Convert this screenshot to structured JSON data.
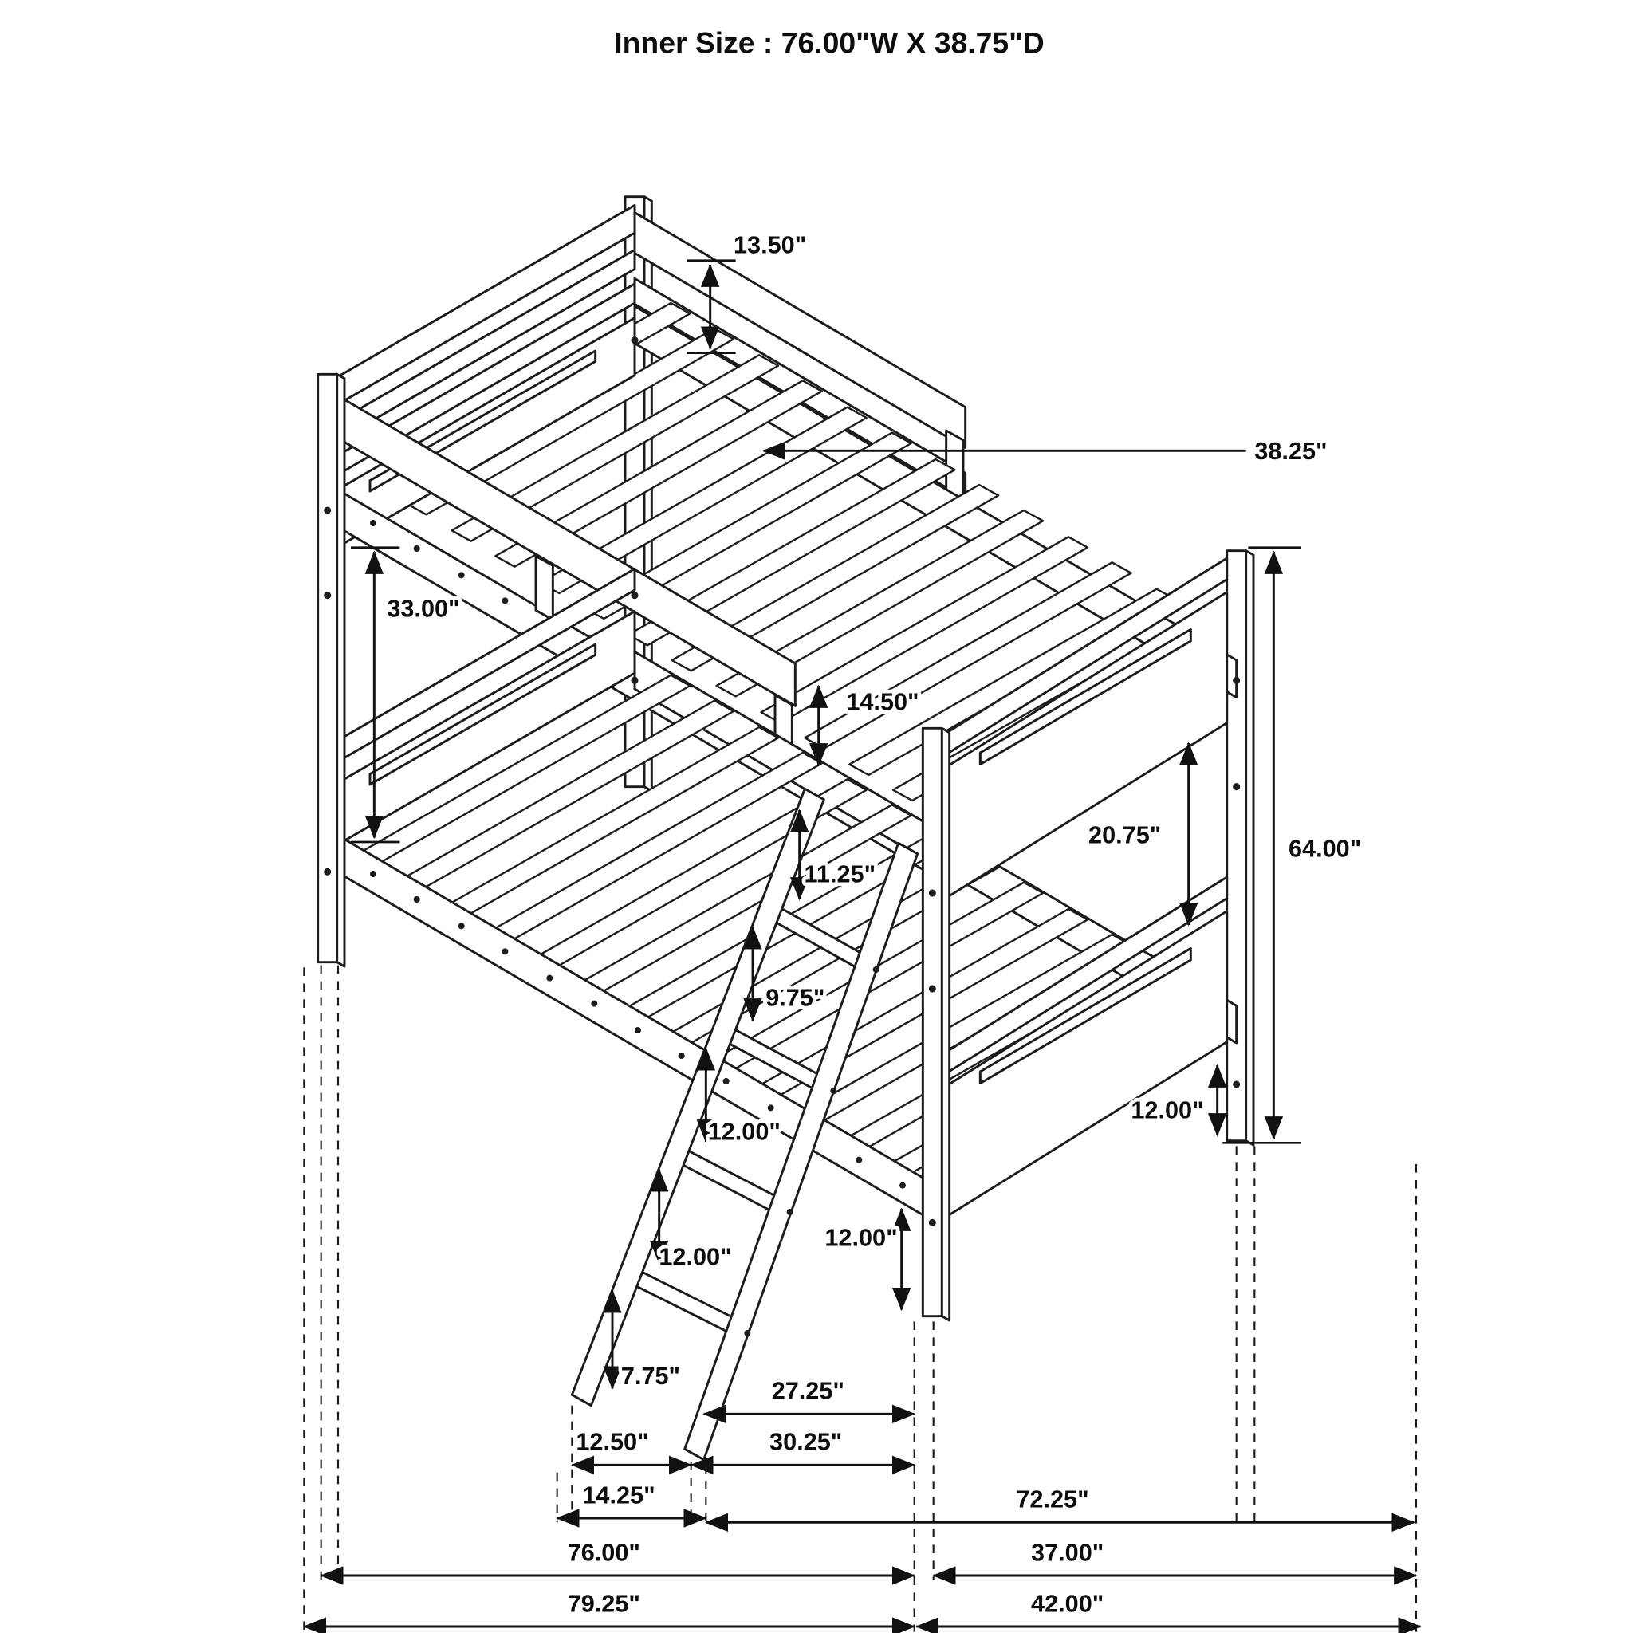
{
  "title": "Inner Size : 76.00\"W X 38.75\"D",
  "dims": {
    "rear_guard_rail_height": "13.50\"",
    "slat_depth": "38.25\"",
    "bunk_clearance": "33.00\"",
    "front_guard_rail_height": "14.50\"",
    "end_panel_gap": "20.75\"",
    "overall_height": "64.00\"",
    "ladder_top_spacing": "11.25\"",
    "ladder_step_spacing_1": "9.75\"",
    "ladder_step_spacing_2": "12.00\"",
    "ladder_step_spacing_3": "12.00\"",
    "ladder_bottom_spacing": "7.75\"",
    "floor_to_lower_rail": "12.00\"",
    "floor_to_lower_panel": "12.00\"",
    "ladder_foot_to_post": "27.25\"",
    "ladder_foot_span": "30.25\"",
    "ladder_width": "12.50\"",
    "ladder_foot_width": "14.25\"",
    "inner_length": "72.25\"",
    "bed_length": "76.00\"",
    "bed_depth": "37.00\"",
    "overall_length": "79.25\"",
    "overall_depth": "42.00\""
  }
}
